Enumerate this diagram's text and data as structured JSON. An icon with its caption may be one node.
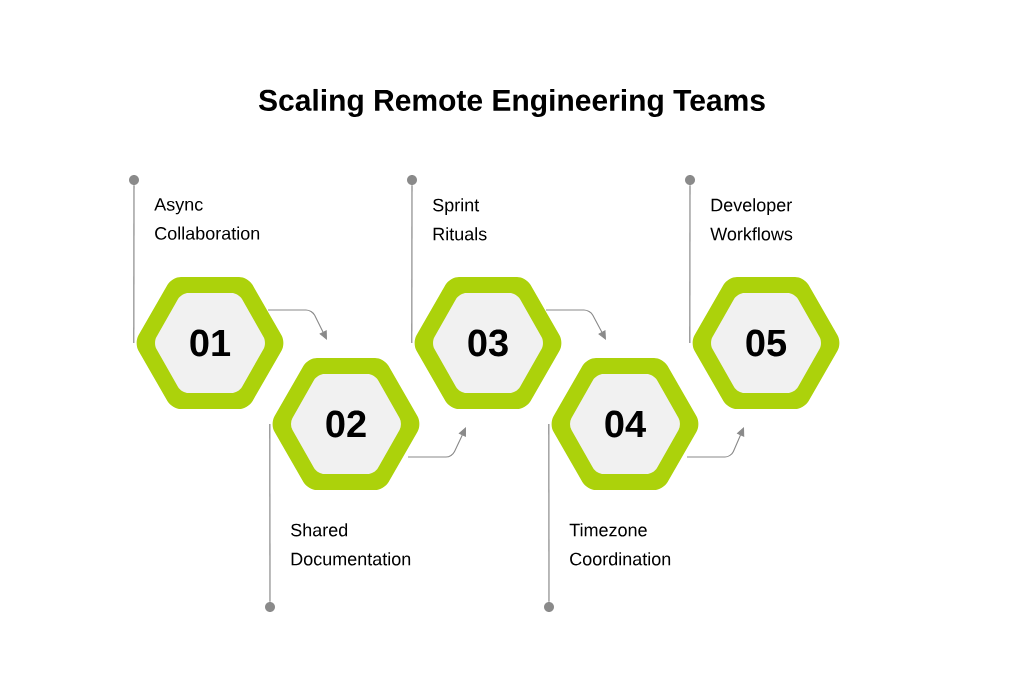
{
  "diagram": {
    "title": "Scaling Remote Engineering Teams",
    "nodes": [
      {
        "text": [
          "01"
        ]
      },
      {
        "text": [
          "02"
        ]
      },
      {
        "text": [
          "03"
        ]
      },
      {
        "text": [
          "04"
        ]
      },
      {
        "text": [
          "05"
        ]
      },
      {
        "text": [],
        "shape": "circle"
      },
      {
        "text": [],
        "shape": "circle"
      },
      {
        "text": [],
        "shape": "circle"
      },
      {
        "text": [],
        "shape": "circle"
      },
      {
        "text": [],
        "shape": "circle"
      }
    ],
    "edges": [
      {
        "from": 0,
        "to": 1,
        "arrow": "to"
      },
      {
        "from": 1,
        "to": 2,
        "arrow": "to"
      },
      {
        "from": 2,
        "to": 3,
        "arrow": "to"
      },
      {
        "from": 3,
        "to": 4,
        "arrow": "to"
      },
      {
        "from": 5,
        "to": 0,
        "arrow": "none"
      },
      {
        "from": 6,
        "to": 1,
        "arrow": "none"
      },
      {
        "from": 7,
        "to": 2,
        "arrow": "none"
      },
      {
        "from": 8,
        "to": 3,
        "arrow": "none"
      },
      {
        "from": 9,
        "to": 4,
        "arrow": "none"
      }
    ],
    "labels": [
      "Async Collaboration",
      "Sprint Rituals",
      "Developer Workflows",
      "Shared Documentation",
      "Timezone Coordination"
    ]
  }
}
